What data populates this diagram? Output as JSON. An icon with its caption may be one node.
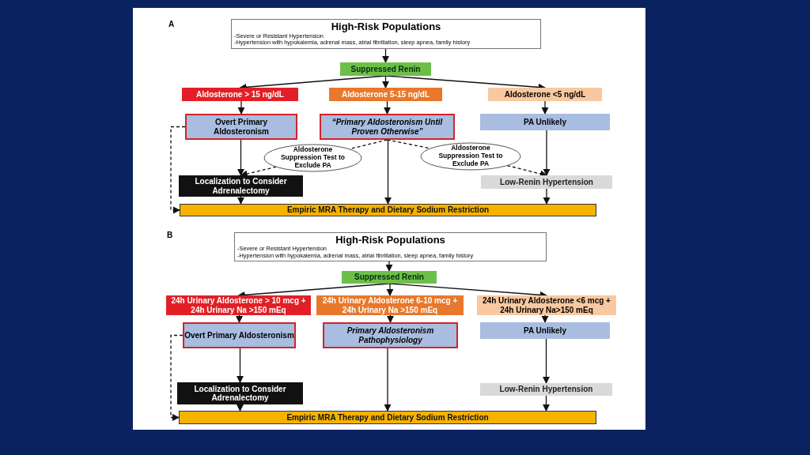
{
  "diagram": {
    "nodes": [
      {
        "text": [
          "High-Risk Populations",
          "-Severe or Resistant Hypertension",
          "-Hypertension with hypokalemia, adrenal mass, atrial fibrillation, sleep apnea, family history"
        ]
      },
      {
        "text": [
          "Suppressed Renin"
        ]
      },
      {
        "text": [
          "Aldosterone > 15 ng/dL"
        ]
      },
      {
        "text": [
          "Aldosterone 5-15 ng/dL"
        ]
      },
      {
        "text": [
          "Aldosterone <5 ng/dL"
        ]
      },
      {
        "text": [
          "Overt Primary Aldosteronism"
        ]
      },
      {
        "text": [
          "“Primary Aldosteronism Until Proven Otherwise”"
        ]
      },
      {
        "text": [
          "PA Unlikely"
        ]
      },
      {
        "text": [
          "Aldosterone Suppression Test to Exclude PA"
        ]
      },
      {
        "text": [
          "Aldosterone Suppression Test to Exclude PA"
        ]
      },
      {
        "text": [
          "Localization to Consider Adrenalectomy"
        ]
      },
      {
        "text": [
          "Low-Renin Hypertension"
        ]
      },
      {
        "text": [
          "Empiric MRA Therapy and Dietary Sodium Restriction"
        ]
      },
      {
        "text": [
          "High-Risk Populations",
          "-Severe or Resistant Hypertension",
          "-Hypertension with hypokalemia, adrenal mass, atrial fibrillation, sleep apnea, family history"
        ]
      },
      {
        "text": [
          "Suppressed Renin"
        ]
      },
      {
        "text": [
          "24h Urinary Aldosterone > 10 mcg + 24h Urinary Na >150 mEq"
        ]
      },
      {
        "text": [
          "24h Urinary Aldosterone 6-10 mcg + 24h Urinary Na >150 mEq"
        ]
      },
      {
        "text": [
          "24h Urinary Aldosterone <6 mcg + 24h Urinary Na>150 mEq"
        ]
      },
      {
        "text": [
          "Overt Primary Aldosteronism"
        ]
      },
      {
        "text": [
          "Primary Aldosteronism Pathophysiology"
        ]
      },
      {
        "text": [
          "PA Unlikely"
        ]
      },
      {
        "text": [
          "Localization to Consider Adrenalectomy"
        ]
      },
      {
        "text": [
          "Low-Renin Hypertension"
        ]
      },
      {
        "text": [
          "Empiric MRA Therapy and Dietary Sodium Restriction"
        ]
      }
    ],
    "edges": [
      {
        "from": 0,
        "to": 1,
        "arrow": "to"
      },
      {
        "from": 1,
        "to": 2,
        "arrow": "to"
      },
      {
        "from": 1,
        "to": 3,
        "arrow": "to"
      },
      {
        "from": 1,
        "to": 4,
        "arrow": "to"
      },
      {
        "from": 2,
        "to": 5,
        "arrow": "to"
      },
      {
        "from": 3,
        "to": 6,
        "arrow": "to"
      },
      {
        "from": 4,
        "to": 7,
        "arrow": "to"
      },
      {
        "from": 5,
        "to": 10,
        "arrow": "to"
      },
      {
        "from": 6,
        "to": 12,
        "arrow": "to"
      },
      {
        "from": 7,
        "to": 11,
        "arrow": "to"
      },
      {
        "from": 10,
        "to": 12,
        "arrow": "to"
      },
      {
        "from": 11,
        "to": 12,
        "arrow": "to"
      },
      {
        "from": 5,
        "to": 12,
        "arrow": "to",
        "style": "dashed"
      },
      {
        "from": 6,
        "to": 8,
        "arrow": "none",
        "style": "dashed"
      },
      {
        "from": 8,
        "to": 10,
        "arrow": "to",
        "style": "dashed"
      },
      {
        "from": 6,
        "to": 9,
        "arrow": "none",
        "style": "dashed"
      },
      {
        "from": 9,
        "to": 11,
        "arrow": "to",
        "style": "dashed"
      },
      {
        "from": 13,
        "to": 14,
        "arrow": "to"
      },
      {
        "from": 14,
        "to": 15,
        "arrow": "to"
      },
      {
        "from": 14,
        "to": 16,
        "arrow": "to"
      },
      {
        "from": 14,
        "to": 17,
        "arrow": "to"
      },
      {
        "from": 15,
        "to": 18,
        "arrow": "to"
      },
      {
        "from": 16,
        "to": 19,
        "arrow": "to"
      },
      {
        "from": 17,
        "to": 20,
        "arrow": "to"
      },
      {
        "from": 18,
        "to": 21,
        "arrow": "to"
      },
      {
        "from": 19,
        "to": 23,
        "arrow": "to"
      },
      {
        "from": 20,
        "to": 22,
        "arrow": "to"
      },
      {
        "from": 21,
        "to": 23,
        "arrow": "to"
      },
      {
        "from": 22,
        "to": 23,
        "arrow": "to"
      },
      {
        "from": 18,
        "to": 23,
        "arrow": "to",
        "style": "dashed"
      }
    ],
    "labels": [
      "A",
      "B"
    ]
  }
}
